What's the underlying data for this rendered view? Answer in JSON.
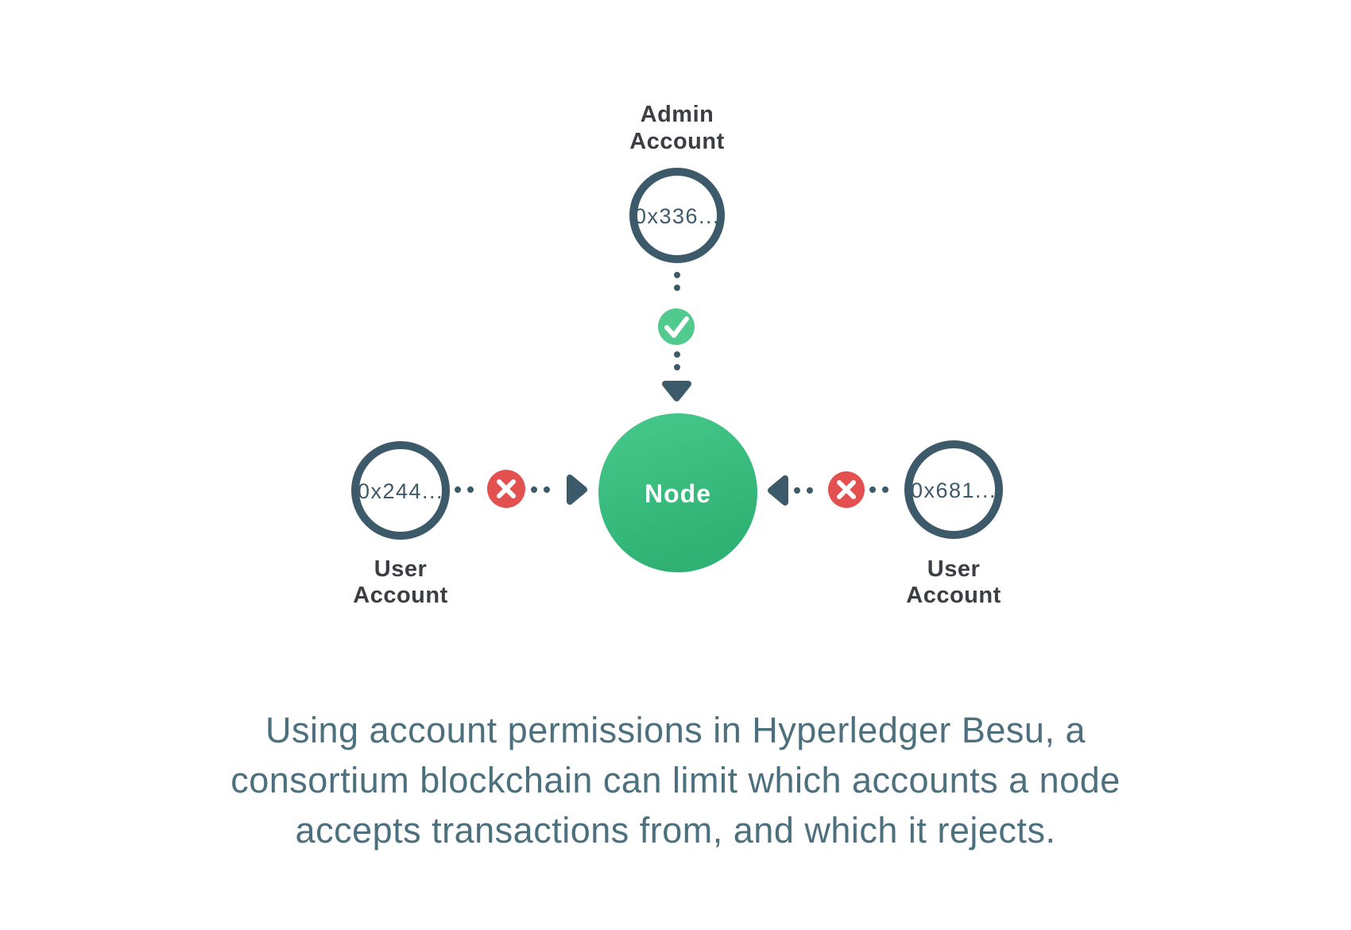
{
  "diagram": {
    "admin_account": {
      "label_line1": "Admin",
      "label_line2": "Account",
      "address": "0x336..."
    },
    "node": {
      "label": "Node"
    },
    "user_left": {
      "label_line1": "User",
      "label_line2": "Account",
      "address": "0x244..."
    },
    "user_right": {
      "label_line1": "User",
      "label_line2": "Account",
      "address": "0x681..."
    },
    "icons": {
      "allow": "check-icon",
      "deny": "x-icon",
      "flow": "arrowhead-icon"
    }
  },
  "caption": {
    "line1": "Using account permissions in Hyperledger Besu, a",
    "line2": "consortium blockchain can limit which accounts a node",
    "line3": "accepts transactions from, and which it rejects."
  },
  "colors": {
    "background": "#ffffff",
    "outline_slate": "#3c5a69",
    "label_dark": "#3b3e42",
    "address_slate": "#3c5a69",
    "node_green_top": "#46c98b",
    "node_green_bottom": "#2fb173",
    "allow_green": "#51ca8d",
    "deny_red": "#e25050",
    "caption_blue": "#4d707f"
  }
}
